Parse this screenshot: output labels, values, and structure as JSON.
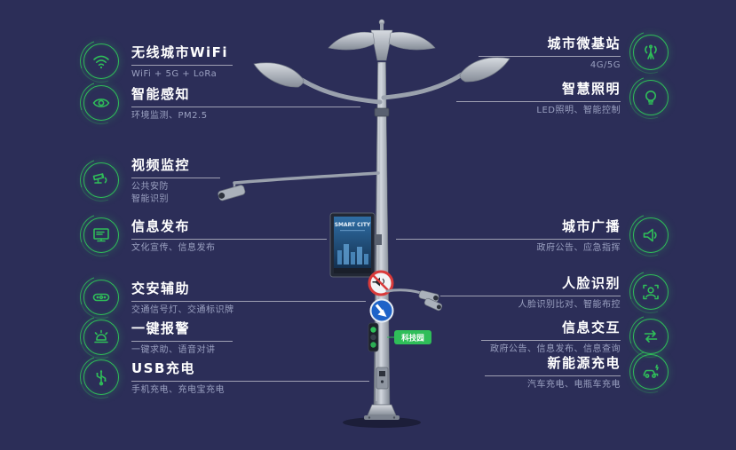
{
  "page": {
    "background": "#2c2e58",
    "accent": "#2fbe59"
  },
  "left_features": [
    {
      "title": "无线城市WiFi",
      "subtitle": "WiFi + 5G + LoRa",
      "icon": "wifi-icon"
    },
    {
      "title": "智能感知",
      "subtitle": "环境监测、PM2.5",
      "icon": "sensor-icon"
    },
    {
      "title": "视频监控",
      "subtitle": "公共安防",
      "subtitle2": "智能识别",
      "icon": "cctv-camera-icon"
    },
    {
      "title": "信息发布",
      "subtitle": "文化宣传、信息发布",
      "icon": "display-screen-icon"
    },
    {
      "title": "交安辅助",
      "subtitle": "交通信号灯、交通标识牌",
      "icon": "traffic-signal-icon"
    },
    {
      "title": "一键报警",
      "subtitle": "一键求助、语音对讲",
      "icon": "alarm-icon"
    },
    {
      "title": "USB充电",
      "subtitle": "手机充电、充电宝充电",
      "icon": "usb-icon"
    }
  ],
  "right_features": [
    {
      "title": "城市微基站",
      "subtitle": "4G/5G",
      "icon": "base-station-icon"
    },
    {
      "title": "智慧照明",
      "subtitle": "LED照明、智能控制",
      "icon": "lightbulb-icon"
    },
    {
      "title": "城市广播",
      "subtitle": "政府公告、应急指挥",
      "icon": "loudspeaker-icon"
    },
    {
      "title": "人脸识别",
      "subtitle": "人脸识别比对、智能布控",
      "icon": "face-recognition-icon"
    },
    {
      "title": "信息交互",
      "subtitle": "政府公告、信息发布、信息查询",
      "icon": "info-exchange-icon"
    },
    {
      "title": "新能源充电",
      "subtitle": "汽车充电、电瓶车充电",
      "icon": "ev-charging-icon"
    }
  ],
  "pole": {
    "screen_title": "SMART CITY",
    "tag_label": "科技园"
  }
}
